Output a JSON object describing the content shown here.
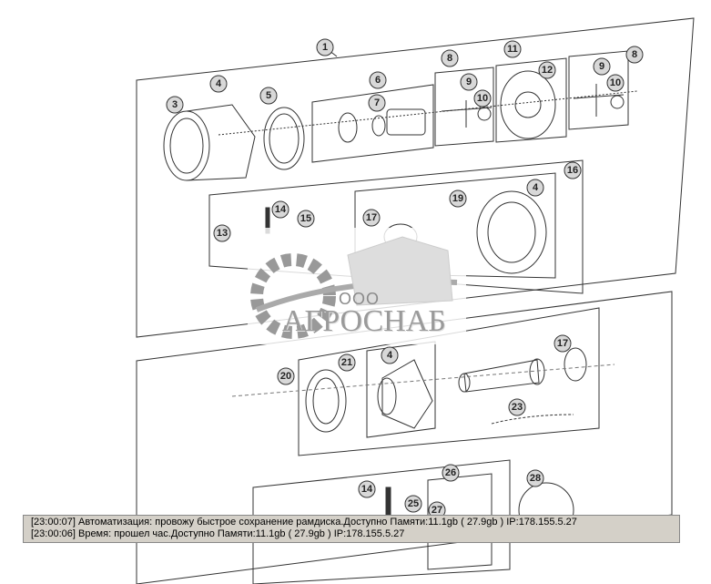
{
  "diagram": {
    "callouts": [
      "1",
      "3",
      "4",
      "5",
      "6",
      "7",
      "8",
      "9",
      "10",
      "11",
      "12",
      "9",
      "10",
      "8",
      "14",
      "13",
      "15",
      "17",
      "19",
      "16",
      "4",
      "20",
      "21",
      "4",
      "17",
      "23",
      "14",
      "25",
      "26",
      "27",
      "28"
    ]
  },
  "watermark": {
    "prefix": "ООО",
    "name": "АГРОСНАБ"
  },
  "log": {
    "lines": [
      "[23:00:07]  Автоматизация: провожу быстрое сохранение рамдиска.Доступно Памяти:11.1gb  ( 27.9gb ) IP:178.155.5.27",
      "[23:00:06]  Время: прошел час.Доступно Памяти:11.1gb  ( 27.9gb ) IP:178.155.5.27"
    ]
  },
  "colors": {
    "line": "#333333",
    "log_bg": "#d4d0c8",
    "callout_fill": "#d8d8d8"
  }
}
